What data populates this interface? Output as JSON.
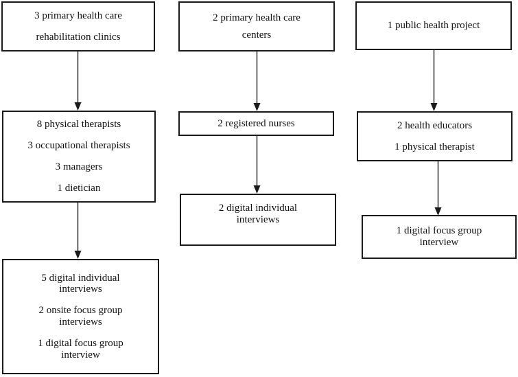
{
  "diagram": {
    "title": "Study participant recruitment and data collection flowchart",
    "style": {
      "box_border_color": "#1a1a1a",
      "box_fill_color": "#ffffff",
      "text_color": "#111111",
      "arrow_color": "#1a1a1a",
      "background": "#ffffff"
    },
    "columns": [
      {
        "name": "rehabilitation-clinics-column",
        "nodes": [
          {
            "id": "col1-node1",
            "name": "primary-health-care-rehabilitation-clinics",
            "lines": [
              "3 primary health care",
              "rehabilitation clinics"
            ],
            "count": 3
          },
          {
            "id": "col1-node2",
            "name": "rehabilitation-clinic-participants",
            "lines": [
              "8 physical therapists",
              "3 occupational therapists",
              "3 managers",
              "1 dietician"
            ],
            "count": 15
          },
          {
            "id": "col1-node3",
            "name": "rehabilitation-clinic-interviews",
            "lines": [
              "5 digital individual interviews",
              "2 onsite focus group interviews",
              "1 digital focus group interview"
            ],
            "count": 8
          }
        ]
      },
      {
        "name": "primary-health-care-centers-column",
        "nodes": [
          {
            "id": "col2-node1",
            "name": "primary-health-care-centers",
            "lines": [
              "2 primary health care",
              "centers"
            ],
            "count": 2
          },
          {
            "id": "col2-node2",
            "name": "registered-nurses",
            "lines": [
              "2 registered nurses"
            ],
            "count": 2
          },
          {
            "id": "col2-node3",
            "name": "health-care-center-interviews",
            "lines": [
              "2 digital individual interviews"
            ],
            "count": 2
          }
        ]
      },
      {
        "name": "public-health-project-column",
        "nodes": [
          {
            "id": "col3-node1",
            "name": "public-health-project",
            "lines": [
              "1 public health project"
            ],
            "count": 1
          },
          {
            "id": "col3-node2",
            "name": "public-health-project-participants",
            "lines": [
              "2 health educators",
              "1 physical therapist"
            ],
            "count": 3
          },
          {
            "id": "col3-node3",
            "name": "public-health-project-interview",
            "lines": [
              "1 digital focus group interview"
            ],
            "count": 1
          }
        ]
      }
    ],
    "connectors": [
      {
        "name": "arrow-col1-node1-to-node2",
        "from": "col1-node1",
        "to": "col1-node2"
      },
      {
        "name": "arrow-col1-node2-to-node3",
        "from": "col1-node2",
        "to": "col1-node3"
      },
      {
        "name": "arrow-col2-node1-to-node2",
        "from": "col2-node1",
        "to": "col2-node2"
      },
      {
        "name": "arrow-col2-node2-to-node3",
        "from": "col2-node2",
        "to": "col2-node3"
      },
      {
        "name": "arrow-col3-node1-to-node2",
        "from": "col3-node1",
        "to": "col3-node2"
      },
      {
        "name": "arrow-col3-node2-to-node3",
        "from": "col3-node2",
        "to": "col3-node3"
      }
    ],
    "text": {
      "c1n1l1": "3 primary health care",
      "c1n1l2": "rehabilitation clinics",
      "c1n2l1": "8 physical therapists",
      "c1n2l2": "3 occupational therapists",
      "c1n2l3": "3 managers",
      "c1n2l4": "1 dietician",
      "c1n3l1": "5 digital individual\ninterviews",
      "c1n3l2": "2 onsite focus group\ninterviews",
      "c1n3l3": "1 digital focus group\ninterview",
      "c2n1l1": "2 primary health care",
      "c2n1l2": "centers",
      "c2n2l1": "2 registered nurses",
      "c2n3l1": "2 digital individual\ninterviews",
      "c3n1l1": "1 public health project",
      "c3n2l1": "2 health educators",
      "c3n2l2": "1 physical therapist",
      "c3n3l1": "1 digital focus group\ninterview"
    }
  }
}
